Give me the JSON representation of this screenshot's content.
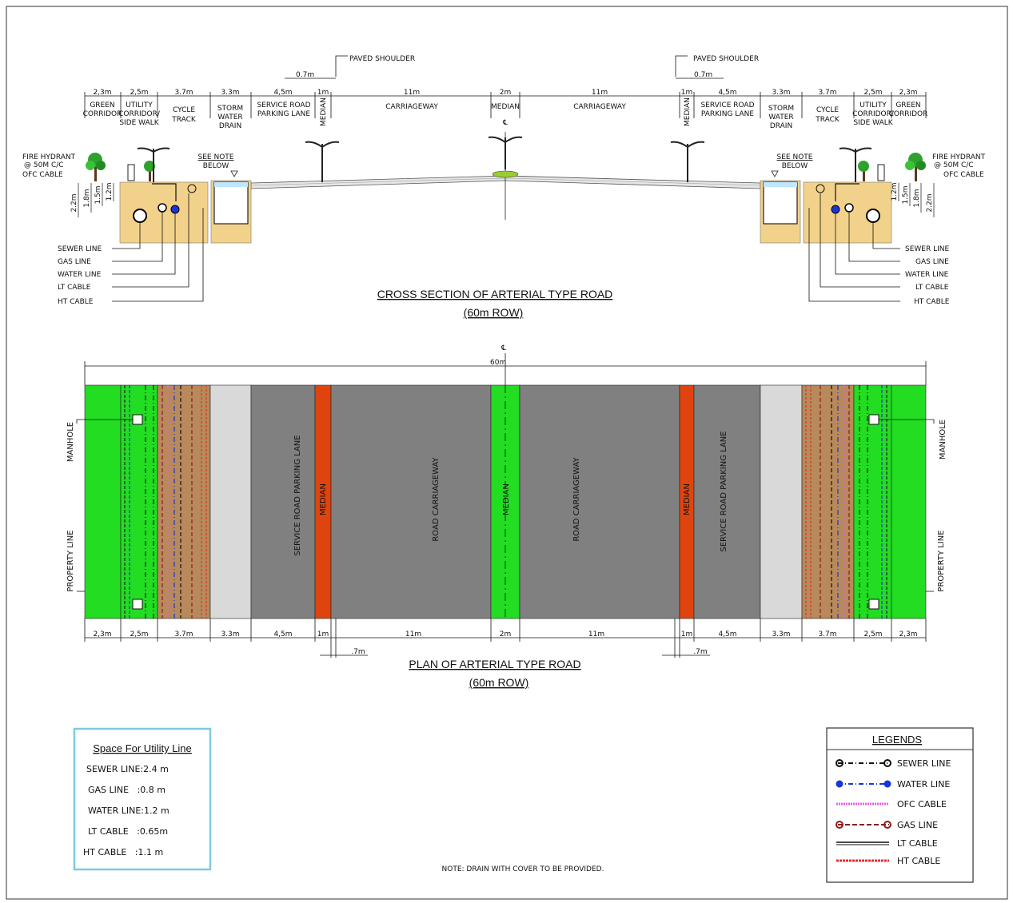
{
  "cross_section": {
    "title": "CROSS SECTION OF ARTERIAL TYPE ROAD",
    "subtitle": "(60m ROW)",
    "paved_shoulder_label": "PAVED SHOULDER",
    "shoulder_width": "0.7m",
    "dims": [
      "2,3m",
      "2,5m",
      "3.7m",
      "3.3m",
      "4,5m",
      "1m",
      "11m",
      "2m",
      "11m",
      "1m",
      "4,5m",
      "3.3m",
      "3.7m",
      "2,5m",
      "2,3m"
    ],
    "zones": {
      "green_l": [
        "GREEN",
        "CORRIDOR"
      ],
      "utility_l": [
        "UTILITY",
        "CORRIDOR/",
        "SIDE WALK"
      ],
      "cycle": [
        "CYCLE",
        "TRACK"
      ],
      "storm": [
        "STORM",
        "WATER",
        "DRAIN"
      ],
      "service": [
        "SERVICE ROAD",
        "PARKING LANE"
      ],
      "median_side": "MEDIAN",
      "carriageway": "CARRIAGEWAY",
      "median_center": "MEDIAN",
      "utility_r": [
        "UTILITY",
        "CORRIDOR/",
        "SIDE WALK"
      ],
      "green_r": [
        "GREEN",
        "CORRIDOR"
      ]
    },
    "fire_hydrant": [
      "FIRE HYDRANT",
      "@ 50M C/C",
      "OFC CABLE"
    ],
    "see_note": [
      "SEE NOTE",
      "BELOW"
    ],
    "depths": [
      "2.2m",
      "1.8m",
      "1.5m",
      "1.2m"
    ],
    "utility_labels": [
      "SEWER LINE",
      "GAS LINE",
      "WATER LINE",
      "LT CABLE",
      "HT CABLE"
    ],
    "centerline_symbol": "℄"
  },
  "plan": {
    "title": "PLAN OF ARTERIAL TYPE ROAD",
    "subtitle": "(60m ROW)",
    "total_width": "60m",
    "centerline_symbol": "℄",
    "manhole": "MANHOLE",
    "property_line": "PROPERTY LINE",
    "service_lane": "SERVICE ROAD PARKING LANE",
    "median": "MEDIAN",
    "carriageway": "ROAD CARRIAGEWAY",
    "dims": [
      "2,3m",
      "2,5m",
      "3.7m",
      "3.3m",
      "4,5m",
      "1m",
      "11m",
      "2m",
      "11m",
      "1m",
      "4,5m",
      "3.3m",
      "3.7m",
      "2,5m",
      "2,3m"
    ],
    "offset_dim": ".7m"
  },
  "utility_space": {
    "title": "Space For Utility Line",
    "rows": [
      "SEWER LINE:2.4 m",
      "GAS LINE   :0.8 m",
      "WATER LINE:1.2 m",
      "LT CABLE   :0.65m",
      "HT CABLE   :1.1 m"
    ]
  },
  "note": "NOTE: DRAIN WITH COVER TO BE PROVIDED.",
  "legends": {
    "title": "LEGENDS",
    "items": [
      "SEWER LINE",
      "WATER LINE",
      "OFC CABLE",
      "GAS LINE",
      "LT CABLE",
      "HT CABLE"
    ]
  },
  "colors": {
    "green": "#22dd22",
    "road": "#808080",
    "median_side": "#e0440e",
    "soil": "#f2d28a",
    "cycle_track": "#b8895a",
    "storm_drain": "#d9d9d9",
    "water": "#1a35d6",
    "ofc": "#e060e0",
    "gas": "#8b1a1a",
    "ht": "#e53030",
    "utility_box_border": "#7ecbe0"
  }
}
